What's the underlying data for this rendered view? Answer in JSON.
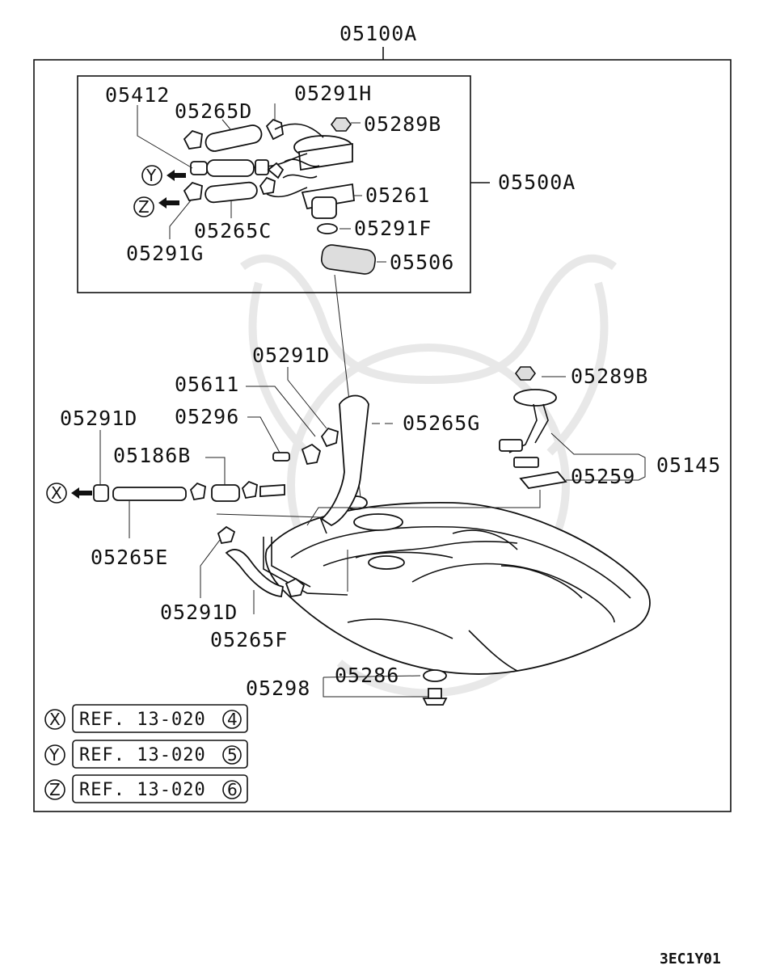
{
  "diagram": {
    "assembly_label": "05100A",
    "pump_module_label": "05500A",
    "drawing_code": "3EC1Y01",
    "parts": {
      "p05412": "05412",
      "p05265D": "05265D",
      "p05291H": "05291H",
      "p05289B_top": "05289B",
      "p05261": "05261",
      "p05291F": "05291F",
      "p05506": "05506",
      "p05265C": "05265C",
      "p05291G": "05291G",
      "p05291D_a": "05291D",
      "p05611": "05611",
      "p05296": "05296",
      "p05265G": "05265G",
      "p05291D_b": "05291D",
      "p05186B": "05186B",
      "p05289B_right": "05289B",
      "p05145": "05145",
      "p05259": "05259",
      "p05265E": "05265E",
      "p05291D_c": "05291D",
      "p05265F": "05265F",
      "p05286": "05286",
      "p05298": "05298"
    },
    "connectors": {
      "x": "X",
      "y": "Y",
      "z": "Z"
    },
    "references": [
      {
        "marker": "X",
        "text": "REF. 13-020",
        "num": "4"
      },
      {
        "marker": "Y",
        "text": "REF. 13-020",
        "num": "5"
      },
      {
        "marker": "Z",
        "text": "REF. 13-020",
        "num": "6"
      }
    ]
  }
}
